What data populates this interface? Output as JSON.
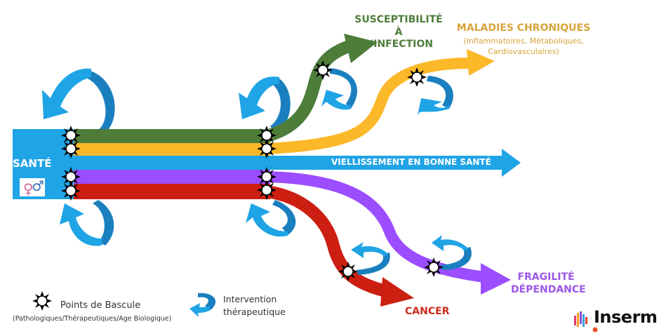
{
  "diagram": {
    "start": {
      "label": "SANTÉ",
      "icon": "gender-symbols-icon"
    },
    "paths": [
      {
        "id": "infection",
        "color": "#4e7d3a",
        "label_lines": [
          "SUSCEPTIBILITÉ À",
          "L'INFECTION"
        ]
      },
      {
        "id": "chronic",
        "color": "#fbb829",
        "label": "MALADIES CHRONIQUES",
        "sublabel_lines": [
          "(Inflammatoires, Métaboliques,",
          "Cardiovasculaires)"
        ]
      },
      {
        "id": "healthy",
        "color": "#1fa4e6",
        "label": "VIELLISSEMENT EN BONNE SANTÉ"
      },
      {
        "id": "frailty",
        "color": "#9b4dff",
        "label_lines": [
          "FRAGILITÉ",
          "DÉPENDANCE"
        ]
      },
      {
        "id": "cancer",
        "color": "#cc1f12",
        "label": "CANCER"
      }
    ],
    "colors": {
      "intervention": "#1fa4e6",
      "intervention_dark": "#1a7fbf",
      "label_infection": "#4e7d3a",
      "label_chronic": "#d8a43a",
      "label_cancer": "#cc2a1b",
      "label_frailty": "#9b58e8"
    }
  },
  "legend": {
    "tipping_point": {
      "icon": "tipping-point-star-icon",
      "title": "Points de Bascule",
      "subtitle": "(Pathologiques/Thérapeutiques/Age Biologique)"
    },
    "intervention": {
      "icon": "intervention-arrow-icon",
      "lines": [
        "Intervention",
        "thérapeutique"
      ]
    }
  },
  "logo": {
    "text": "Inserm",
    "icon": "inserm-bars-icon"
  }
}
